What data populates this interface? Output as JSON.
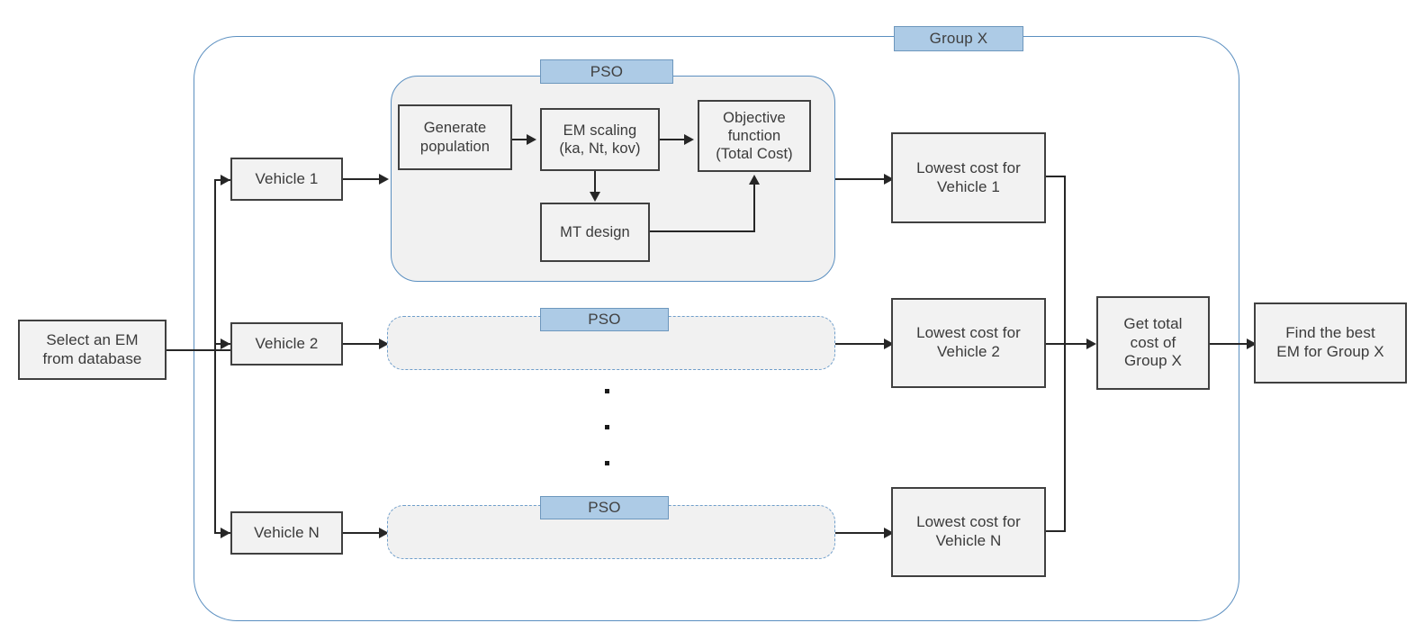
{
  "diagram": {
    "title": "EM selection and sizing optimisation flowchart",
    "type": "flowchart",
    "colors": {
      "box_fill": "#f2f2f2",
      "box_border": "#404040",
      "container_border": "#5b8fc0",
      "container_fill": "#f1f1f1",
      "tab_fill": "#adcbe6",
      "tab_border": "#6d97bd",
      "connector": "#262626",
      "text": "#3a3a3a",
      "background": "#ffffff"
    }
  },
  "containers": {
    "group_x": {
      "label": "Group X",
      "style": "solid-rounded"
    },
    "pso_expanded": {
      "label": "PSO",
      "style": "solid-rounded"
    },
    "pso_collapsed_2": {
      "label": "PSO",
      "style": "dashed-rounded"
    },
    "pso_collapsed_n": {
      "label": "PSO",
      "style": "dashed-rounded"
    }
  },
  "nodes": {
    "select_em": "Select an EM\nfrom database",
    "vehicle_1": "Vehicle 1",
    "vehicle_2": "Vehicle 2",
    "vehicle_n": "Vehicle N",
    "generate_population": "Generate\npopulation",
    "em_scaling": "EM scaling\n(ka, Nt, kov)",
    "objective_function": "Objective\nfunction\n(Total Cost)",
    "mt_design": "MT design",
    "lowest_cost_1": "Lowest cost for\nVehicle 1",
    "lowest_cost_2": "Lowest cost for\nVehicle 2",
    "lowest_cost_n": "Lowest cost for\nVehicle N",
    "get_total_cost": "Get total\ncost of\nGroup X",
    "find_best_em": "Find the best\nEM for Group X"
  },
  "ellipsis": {
    "symbol": "vertical-ellipsis",
    "count": 3
  },
  "edges": [
    {
      "from": "select_em",
      "to": "vehicle_1",
      "kind": "branch-up"
    },
    {
      "from": "select_em",
      "to": "vehicle_2",
      "kind": "straight"
    },
    {
      "from": "select_em",
      "to": "vehicle_n",
      "kind": "branch-down"
    },
    {
      "from": "vehicle_1",
      "to": "pso_expanded",
      "kind": "straight"
    },
    {
      "from": "vehicle_2",
      "to": "pso_collapsed_2",
      "kind": "straight"
    },
    {
      "from": "vehicle_n",
      "to": "pso_collapsed_n",
      "kind": "straight"
    },
    {
      "from": "generate_population",
      "to": "em_scaling",
      "kind": "straight"
    },
    {
      "from": "em_scaling",
      "to": "objective_function",
      "kind": "straight"
    },
    {
      "from": "em_scaling",
      "to": "mt_design",
      "kind": "down"
    },
    {
      "from": "mt_design",
      "to": "objective_function",
      "kind": "elbow-up"
    },
    {
      "from": "pso_expanded",
      "to": "lowest_cost_1",
      "kind": "straight"
    },
    {
      "from": "pso_collapsed_2",
      "to": "lowest_cost_2",
      "kind": "straight"
    },
    {
      "from": "pso_collapsed_n",
      "to": "lowest_cost_n",
      "kind": "straight"
    },
    {
      "from": "lowest_cost_1",
      "to": "get_total_cost",
      "kind": "elbow-down"
    },
    {
      "from": "lowest_cost_2",
      "to": "get_total_cost",
      "kind": "straight"
    },
    {
      "from": "lowest_cost_n",
      "to": "get_total_cost",
      "kind": "elbow-up"
    },
    {
      "from": "get_total_cost",
      "to": "find_best_em",
      "kind": "straight"
    }
  ]
}
